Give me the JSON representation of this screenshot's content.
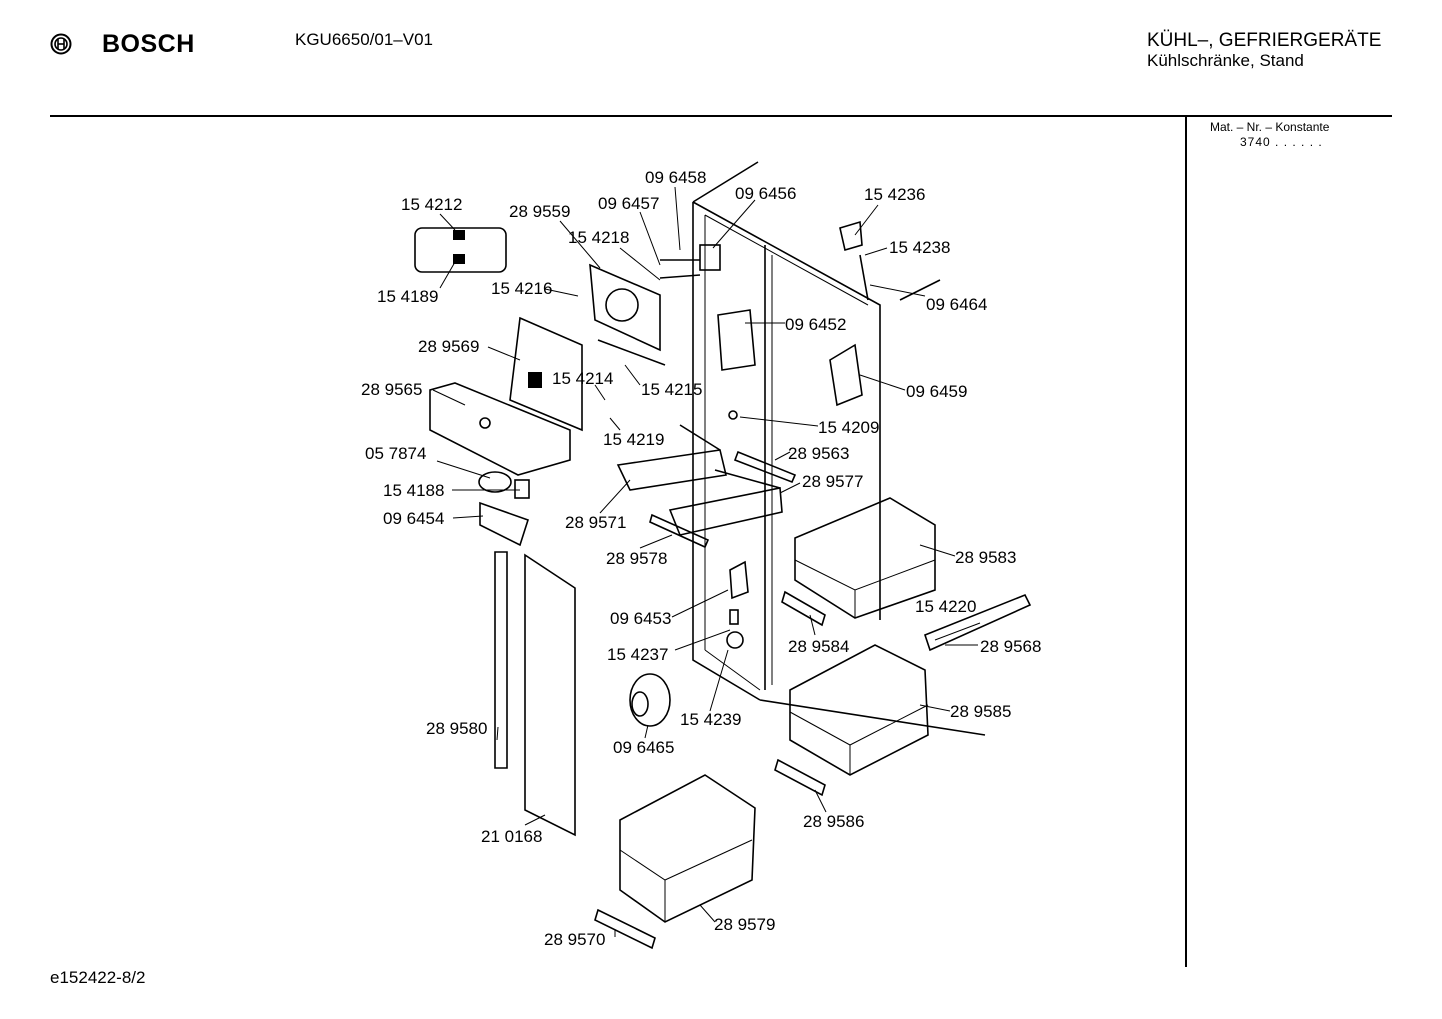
{
  "header": {
    "brand": "BOSCH",
    "model": "KGU6650/01–V01",
    "category_line1": "KÜHL–, GEFRIERGERÄTE",
    "category_line2": "Kühlschränke, Stand"
  },
  "sidebar": {
    "mat_label": "Mat. – Nr. – Konstante",
    "mat_value": "3740  .  .  .  .  .  ."
  },
  "footer": {
    "drawing_id": "e152422-8/2"
  },
  "parts": [
    "15 4212",
    "15 4189",
    "28 9559",
    "09 6457",
    "15 4218",
    "09 6458",
    "09 6456",
    "15 4236",
    "15 4238",
    "09 6464",
    "15 4216",
    "28 9569",
    "09 6452",
    "15 4214",
    "15 4215",
    "28 9565",
    "09 6459",
    "15 4209",
    "15 4219",
    "28 9563",
    "05 7874",
    "28 9577",
    "15 4188",
    "28 9571",
    "09 6454",
    "28 9578",
    "28 9583",
    "09 6453",
    "15 4220",
    "28 9584",
    "15 4237",
    "28 9568",
    "28 9580",
    "15 4239",
    "28 9585",
    "09 6465",
    "21 0168",
    "28 9586",
    "28 9579",
    "28 9570"
  ]
}
